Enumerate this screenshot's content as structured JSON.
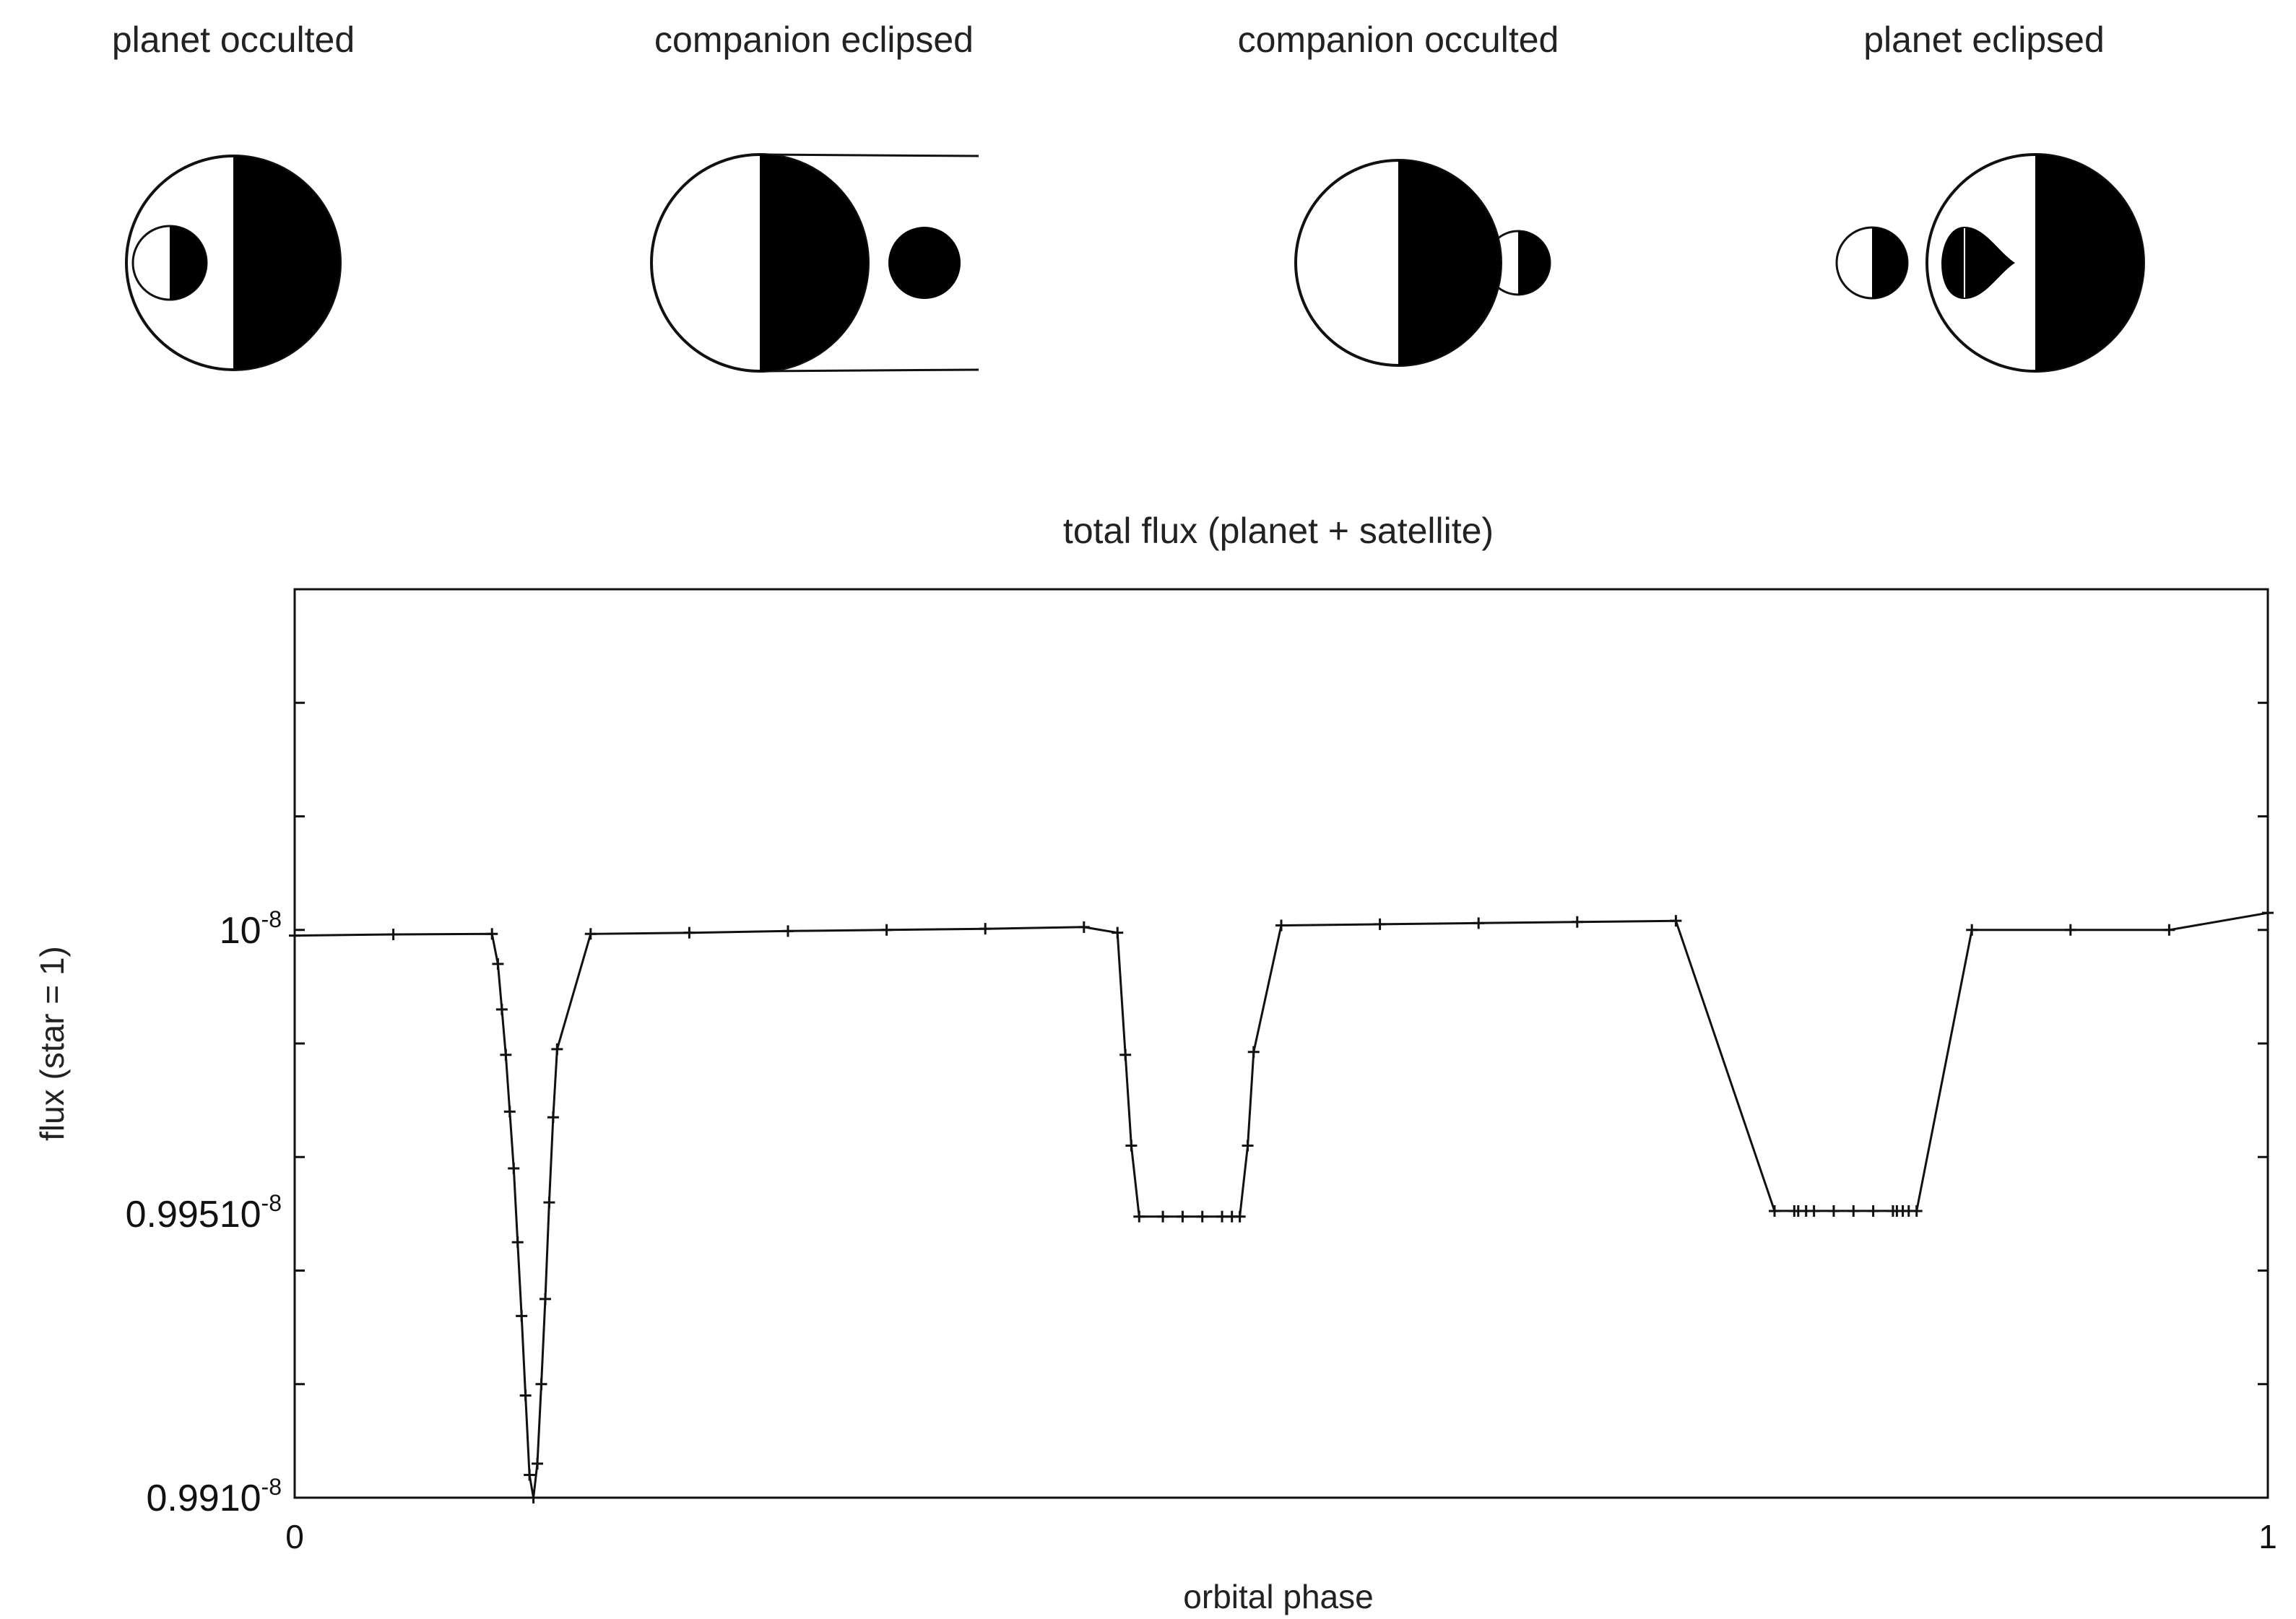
{
  "diagrams": [
    {
      "label": "planet occulted"
    },
    {
      "label": "companion eclipsed"
    },
    {
      "label": "companion occulted"
    },
    {
      "label": "planet eclipsed"
    }
  ],
  "chart_data": {
    "type": "line",
    "title": "total flux (planet + satellite)",
    "xlabel": "orbital phase",
    "ylabel": "flux (star = 1)",
    "xlim": [
      0,
      1
    ],
    "ylim": [
      0.99,
      1.006
    ],
    "x_ticks": [
      {
        "value": 0,
        "label": "0"
      },
      {
        "value": 1,
        "label": "1"
      }
    ],
    "y_ticks": [
      {
        "value": 1.0,
        "base": "10",
        "exp": "-8"
      },
      {
        "value": 0.995,
        "base": "0.99510",
        "exp": "-8"
      },
      {
        "value": 0.99,
        "base": "0.9910",
        "exp": "-8"
      }
    ],
    "grid": false,
    "marker": "+",
    "series": [
      {
        "x": [
          0.0,
          0.05,
          0.1,
          0.103,
          0.105,
          0.107,
          0.109,
          0.111,
          0.113,
          0.115,
          0.117,
          0.119,
          0.121,
          0.123,
          0.125,
          0.127,
          0.129,
          0.131,
          0.133,
          0.15,
          0.2,
          0.25,
          0.3,
          0.35,
          0.4,
          0.417,
          0.421,
          0.424,
          0.428,
          0.44,
          0.45,
          0.46,
          0.47,
          0.475,
          0.479,
          0.483,
          0.486,
          0.5,
          0.55,
          0.6,
          0.65,
          0.7,
          0.75,
          0.76,
          0.762,
          0.766,
          0.77,
          0.78,
          0.79,
          0.8,
          0.81,
          0.812,
          0.815,
          0.818,
          0.822,
          0.85,
          0.9,
          0.95,
          1.0
        ],
        "y": [
          0.9999,
          0.99992,
          0.99993,
          0.9994,
          0.9986,
          0.9978,
          0.9968,
          0.9958,
          0.9945,
          0.9932,
          0.9918,
          0.9904,
          0.99,
          0.9906,
          0.992,
          0.9935,
          0.9952,
          0.9967,
          0.9979,
          0.99993,
          0.99995,
          0.99998,
          1.0,
          1.00002,
          1.00005,
          0.99995,
          0.9978,
          0.9962,
          0.99495,
          0.99495,
          0.99495,
          0.99495,
          0.99495,
          0.99495,
          0.99495,
          0.9962,
          0.99785,
          1.00008,
          1.0001,
          1.00012,
          1.00014,
          1.00016,
          0.99505,
          0.99505,
          0.99505,
          0.99505,
          0.99505,
          0.99505,
          0.99505,
          0.99505,
          0.99505,
          0.99505,
          0.99505,
          0.99505,
          0.99505,
          1.0,
          1.0,
          1.0,
          1.0003
        ]
      }
    ]
  }
}
